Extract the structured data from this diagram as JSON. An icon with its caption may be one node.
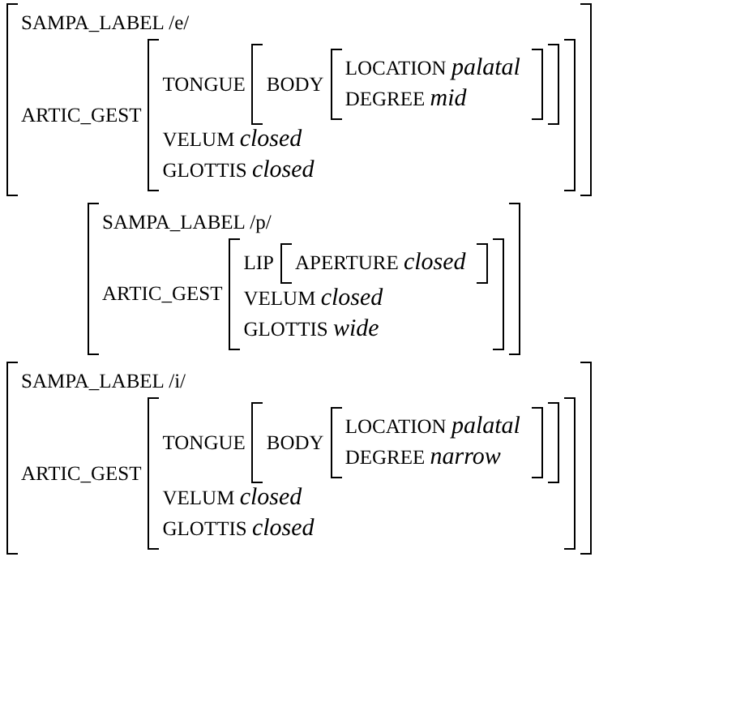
{
  "diagram": {
    "nodes": [
      {
        "text": [
          "SAMPA_LABEL /e/",
          "ARTIC_GEST"
        ]
      },
      {
        "text": [
          "TONGUE",
          "VELUM *closed*",
          "GLOTTIS *closed*"
        ],
        "in": 0
      },
      {
        "text": [
          "BODY"
        ],
        "in": 1
      },
      {
        "text": [
          "LOCATION *palatal*",
          "DEGREE *mid*"
        ],
        "in": 2
      },
      {
        "text": [
          "SAMPA_LABEL /p/",
          "ARTIC_GEST"
        ]
      },
      {
        "text": [
          "LIP",
          "VELUM *closed*",
          "GLOTTIS *wide*"
        ],
        "in": 4
      },
      {
        "text": [
          "APERTURE *closed*"
        ],
        "in": 5
      },
      {
        "text": [
          "SAMPA_LABEL /i/",
          "ARTIC_GEST"
        ]
      },
      {
        "text": [
          "TONGUE",
          "VELUM *closed*",
          "GLOTTIS *closed*"
        ],
        "in": 7
      },
      {
        "text": [
          "BODY"
        ],
        "in": 8
      },
      {
        "text": [
          "LOCATION *palatal*",
          "DEGREE *narrow*"
        ],
        "in": 9
      }
    ]
  }
}
